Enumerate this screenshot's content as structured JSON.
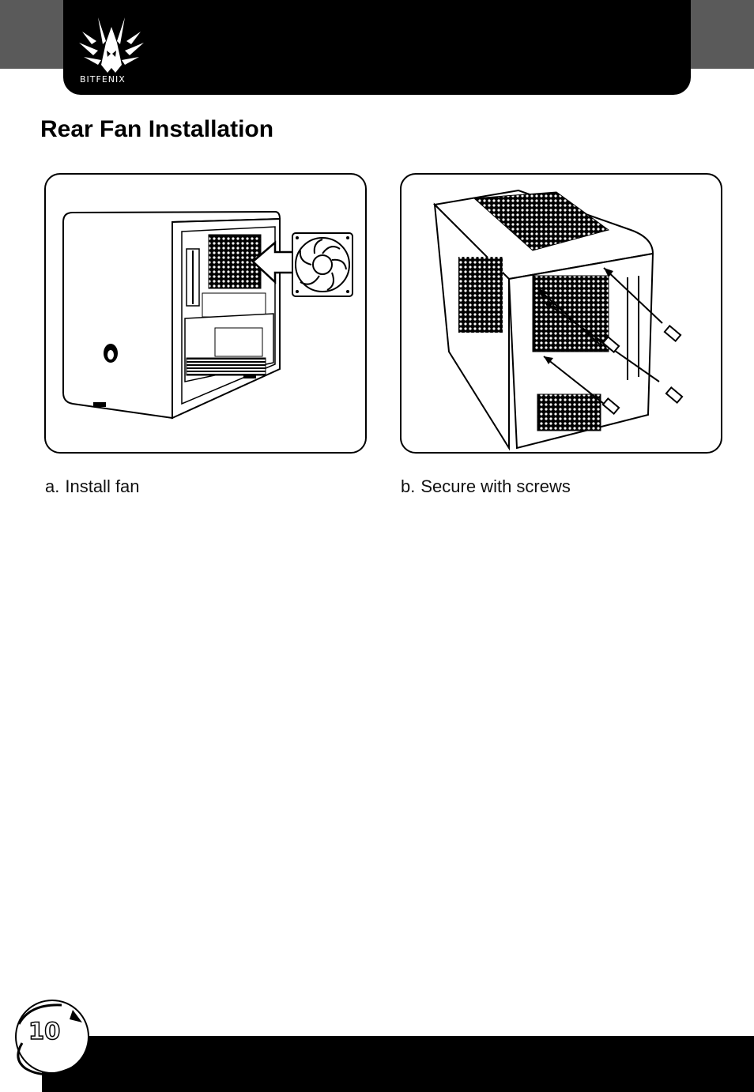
{
  "header": {
    "brand": "BITFENIX",
    "logo_icon": "bitfenix-phoenix-logo"
  },
  "page_title": "Rear Fan Installation",
  "steps": [
    {
      "letter": "a.",
      "text": "Install fan",
      "illustration": "case-with-rear-fan-arrow"
    },
    {
      "letter": "b.",
      "text": "Secure with screws",
      "illustration": "case-rear-with-screws"
    }
  ],
  "footer": {
    "page_number": "10"
  },
  "colors": {
    "header": "#000000",
    "band": "#5a5a5a",
    "text": "#111111"
  }
}
